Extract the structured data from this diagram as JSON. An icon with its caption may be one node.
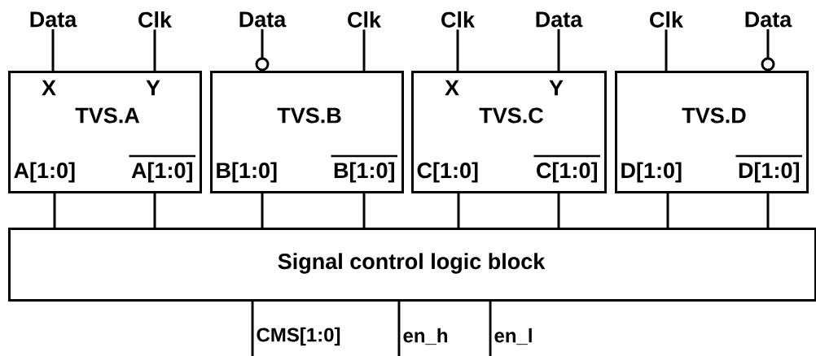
{
  "diagram": {
    "nodes": [
      {
        "text": [
          "Data"
        ]
      },
      {
        "text": [
          "Clk"
        ]
      },
      {
        "text": [
          "Data"
        ]
      },
      {
        "text": [
          "Clk"
        ]
      },
      {
        "text": [
          "Clk"
        ]
      },
      {
        "text": [
          "Data"
        ]
      },
      {
        "text": [
          "Clk"
        ]
      },
      {
        "text": [
          "Data"
        ]
      },
      {
        "text": [
          "X",
          "Y",
          "TVS.A",
          "A[1:0]",
          "A[1:0]"
        ]
      },
      {
        "text": [
          "TVS.B",
          "B[1:0]",
          "B[1:0]"
        ]
      },
      {
        "text": [
          "X",
          "Y",
          "TVS.C",
          "C[1:0]",
          "C[1:0]"
        ]
      },
      {
        "text": [
          "TVS.D",
          "D[1:0]",
          "D[1:0]"
        ]
      },
      {
        "text": [
          "Signal control logic block"
        ]
      }
    ],
    "edges": [
      {
        "from": 0,
        "to": 8,
        "arrow": "none"
      },
      {
        "from": 1,
        "to": 8,
        "arrow": "none"
      },
      {
        "from": 2,
        "to": 9,
        "arrow": "other"
      },
      {
        "from": 3,
        "to": 9,
        "arrow": "none"
      },
      {
        "from": 4,
        "to": 10,
        "arrow": "none"
      },
      {
        "from": 5,
        "to": 10,
        "arrow": "none"
      },
      {
        "from": 6,
        "to": 11,
        "arrow": "none"
      },
      {
        "from": 7,
        "to": 11,
        "arrow": "other"
      },
      {
        "from": 8,
        "to": 12,
        "arrow": "none"
      },
      {
        "from": 8,
        "to": 12,
        "arrow": "none"
      },
      {
        "from": 9,
        "to": 12,
        "arrow": "none"
      },
      {
        "from": 9,
        "to": 12,
        "arrow": "none"
      },
      {
        "from": 10,
        "to": 12,
        "arrow": "none"
      },
      {
        "from": 10,
        "to": 12,
        "arrow": "none"
      },
      {
        "from": 11,
        "to": 12,
        "arrow": "none"
      },
      {
        "from": 11,
        "to": 12,
        "arrow": "none"
      },
      {
        "from": 12,
        "to": null,
        "arrow": "none",
        "label": "CMS[1:0]"
      },
      {
        "from": 12,
        "to": null,
        "arrow": "none",
        "label": "en_h"
      },
      {
        "from": 12,
        "to": null,
        "arrow": "none",
        "label": "en_l"
      }
    ]
  }
}
